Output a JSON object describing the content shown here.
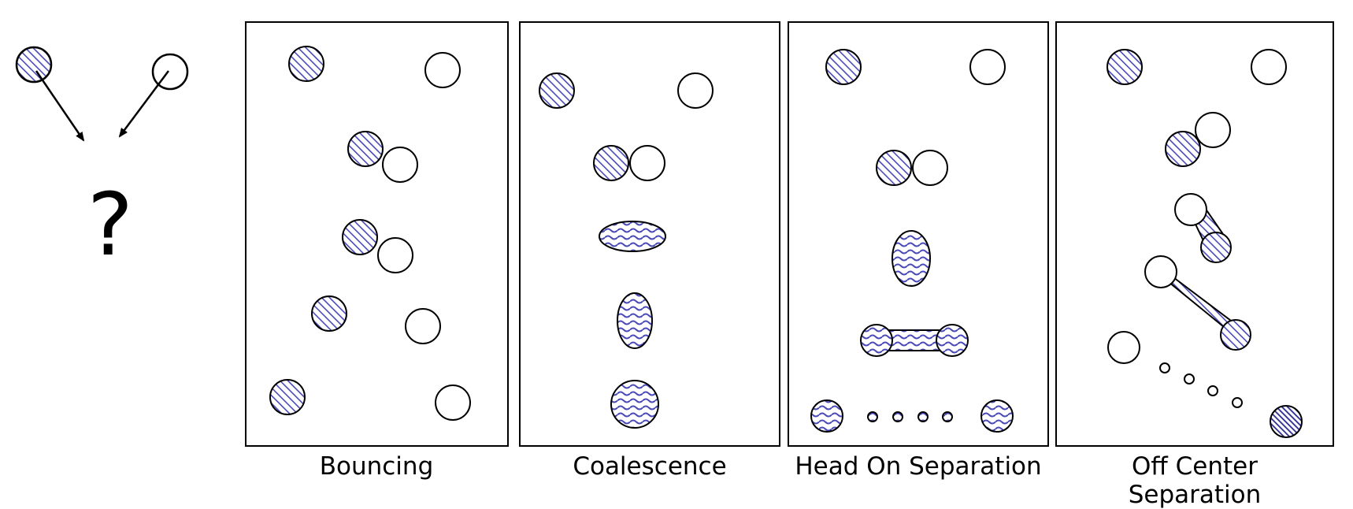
{
  "question_mark": "?",
  "panels": [
    {
      "id": "bouncing",
      "caption": "Bouncing"
    },
    {
      "id": "coalescence",
      "caption": "Coalescence"
    },
    {
      "id": "head-on-separation",
      "caption": "Head On Separation"
    },
    {
      "id": "off-center-separation",
      "caption": "Off Center Separation"
    }
  ],
  "colors": {
    "hatch": "#4a4ab8",
    "stroke": "#000000",
    "fill": "#ffffff"
  }
}
